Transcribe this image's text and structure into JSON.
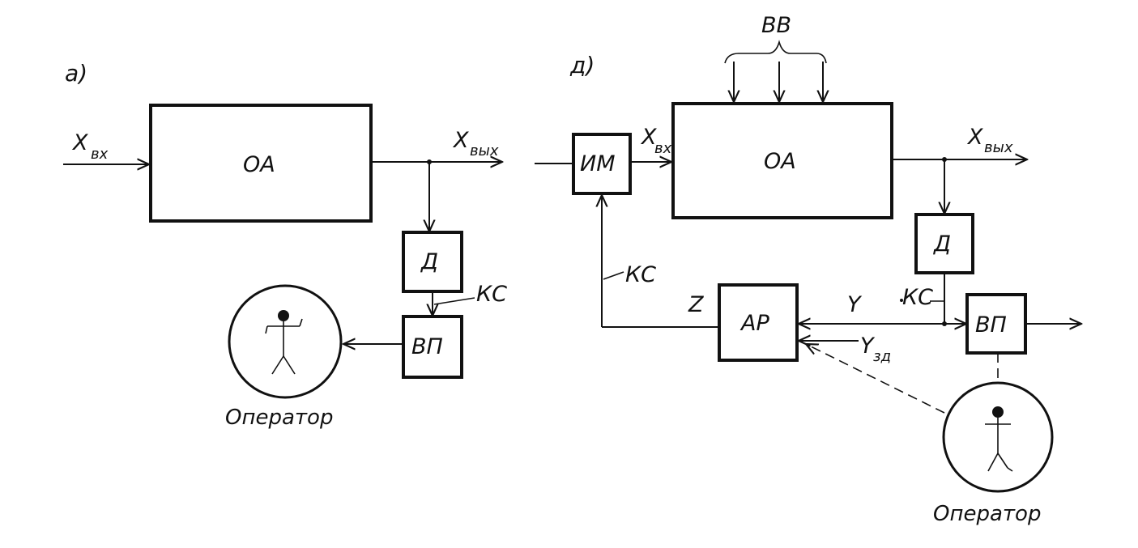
{
  "diagram_a": {
    "panel_label": "а)",
    "input_label": {
      "main": "X",
      "sub": "вх"
    },
    "output_label": {
      "main": "X",
      "sub": "вых"
    },
    "object_block": "ОА",
    "sensor_block": "Д",
    "converter_block": "ВП",
    "channel_label": "КС",
    "operator_label": "Оператор"
  },
  "diagram_b": {
    "panel_label": "д)",
    "disturbance_label": "ВВ",
    "actuator_block": "ИМ",
    "input_label": {
      "main": "X",
      "sub": "вх"
    },
    "object_block": "ОА",
    "output_label": {
      "main": "X",
      "sub": "вых"
    },
    "sensor_block": "Д",
    "channel_label_left": "КС",
    "channel_label_right": "КС",
    "regulator_block": "АР",
    "z_label": "Z",
    "y_label": "Y",
    "setpoint_label": {
      "main": "Y",
      "sub": "зд"
    },
    "converter_block": "ВП",
    "operator_label": "Оператор"
  }
}
